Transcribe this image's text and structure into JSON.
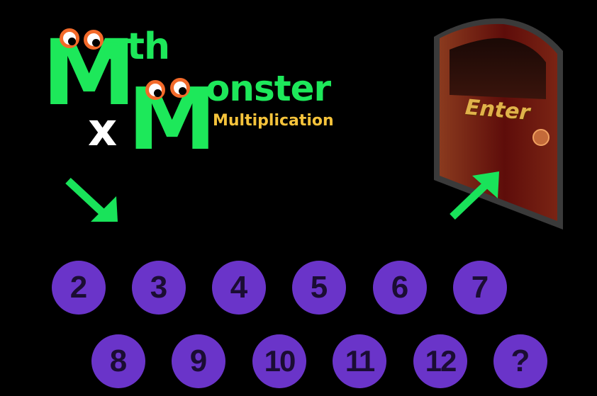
{
  "logo": {
    "m_letter_1": "M",
    "word_1": "ath",
    "times": "x",
    "m_letter_2": "M",
    "word_2": "onster",
    "subtitle": "Multiplication"
  },
  "door": {
    "label": "Enter"
  },
  "numbers": {
    "row1": [
      "2",
      "3",
      "4",
      "5",
      "6",
      "7"
    ],
    "row2": [
      "8",
      "9",
      "10",
      "11",
      "12",
      "?"
    ]
  },
  "colors": {
    "background": "#000000",
    "logo_green": "#1de85a",
    "subtitle_yellow": "#f5c33b",
    "number_purple": "#6a34c9",
    "arrow_green": "#19e35a",
    "door_brown": "#6e1a10"
  },
  "icons": [
    "eye-icon",
    "arrow-icon",
    "door-knob-icon"
  ]
}
